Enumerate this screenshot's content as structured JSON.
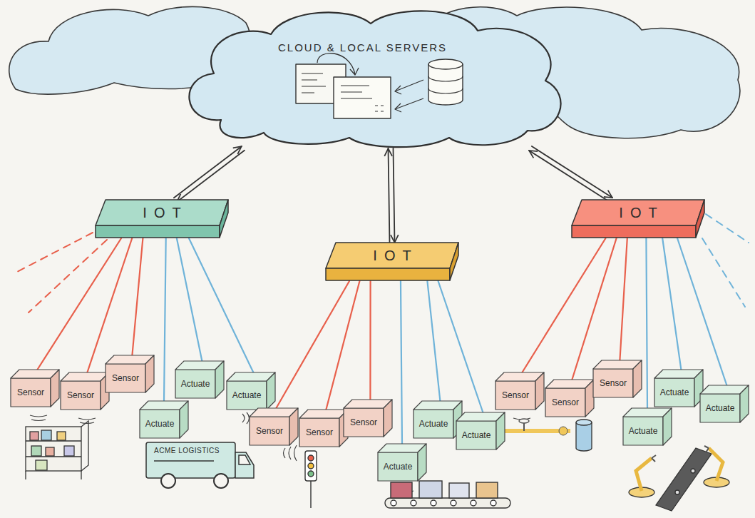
{
  "diagram": {
    "nodes": [
      {
        "text": [
          "CLOUD & LOCAL SERVERS"
        ]
      },
      {
        "text": [
          "IOT"
        ]
      },
      {
        "text": [
          "IOT"
        ]
      },
      {
        "text": [
          "IOT"
        ]
      },
      {
        "text": [
          "Sensor"
        ]
      },
      {
        "text": [
          "Sensor"
        ]
      },
      {
        "text": [
          "Sensor"
        ]
      },
      {
        "text": [
          "Actuate"
        ]
      },
      {
        "text": [
          "Actuate"
        ]
      },
      {
        "text": [
          "Actuate"
        ]
      },
      {
        "text": [
          "Sensor"
        ]
      },
      {
        "text": [
          "Sensor"
        ]
      },
      {
        "text": [
          "Sensor"
        ]
      },
      {
        "text": [
          "Actuate"
        ]
      },
      {
        "text": [
          "Actuate"
        ]
      },
      {
        "text": [
          "Actuate"
        ]
      },
      {
        "text": [
          "Sensor"
        ]
      },
      {
        "text": [
          "Sensor"
        ]
      },
      {
        "text": [
          "Sensor"
        ]
      },
      {
        "text": [
          "Actuate"
        ]
      },
      {
        "text": [
          "Actuate"
        ]
      },
      {
        "text": [
          "Actuate"
        ]
      }
    ],
    "edges": [
      {
        "from": 0,
        "to": 1,
        "arrow": "both"
      },
      {
        "from": 0,
        "to": 2,
        "arrow": "both"
      },
      {
        "from": 0,
        "to": 3,
        "arrow": "both"
      },
      {
        "from": 1,
        "to": 4,
        "arrow": "none"
      },
      {
        "from": 1,
        "to": 5,
        "arrow": "none"
      },
      {
        "from": 1,
        "to": 6,
        "arrow": "none"
      },
      {
        "from": 1,
        "to": 7,
        "arrow": "none"
      },
      {
        "from": 1,
        "to": 8,
        "arrow": "none"
      },
      {
        "from": 1,
        "to": 9,
        "arrow": "none"
      },
      {
        "from": 2,
        "to": 10,
        "arrow": "none"
      },
      {
        "from": 2,
        "to": 11,
        "arrow": "none"
      },
      {
        "from": 2,
        "to": 12,
        "arrow": "none"
      },
      {
        "from": 2,
        "to": 13,
        "arrow": "none"
      },
      {
        "from": 2,
        "to": 14,
        "arrow": "none"
      },
      {
        "from": 2,
        "to": 15,
        "arrow": "none"
      },
      {
        "from": 3,
        "to": 16,
        "arrow": "none"
      },
      {
        "from": 3,
        "to": 17,
        "arrow": "none"
      },
      {
        "from": 3,
        "to": 18,
        "arrow": "none"
      },
      {
        "from": 3,
        "to": 19,
        "arrow": "none"
      },
      {
        "from": 3,
        "to": 20,
        "arrow": "none"
      },
      {
        "from": 3,
        "to": 21,
        "arrow": "none"
      }
    ],
    "labels": [
      "ACME LOGISTICS"
    ]
  }
}
